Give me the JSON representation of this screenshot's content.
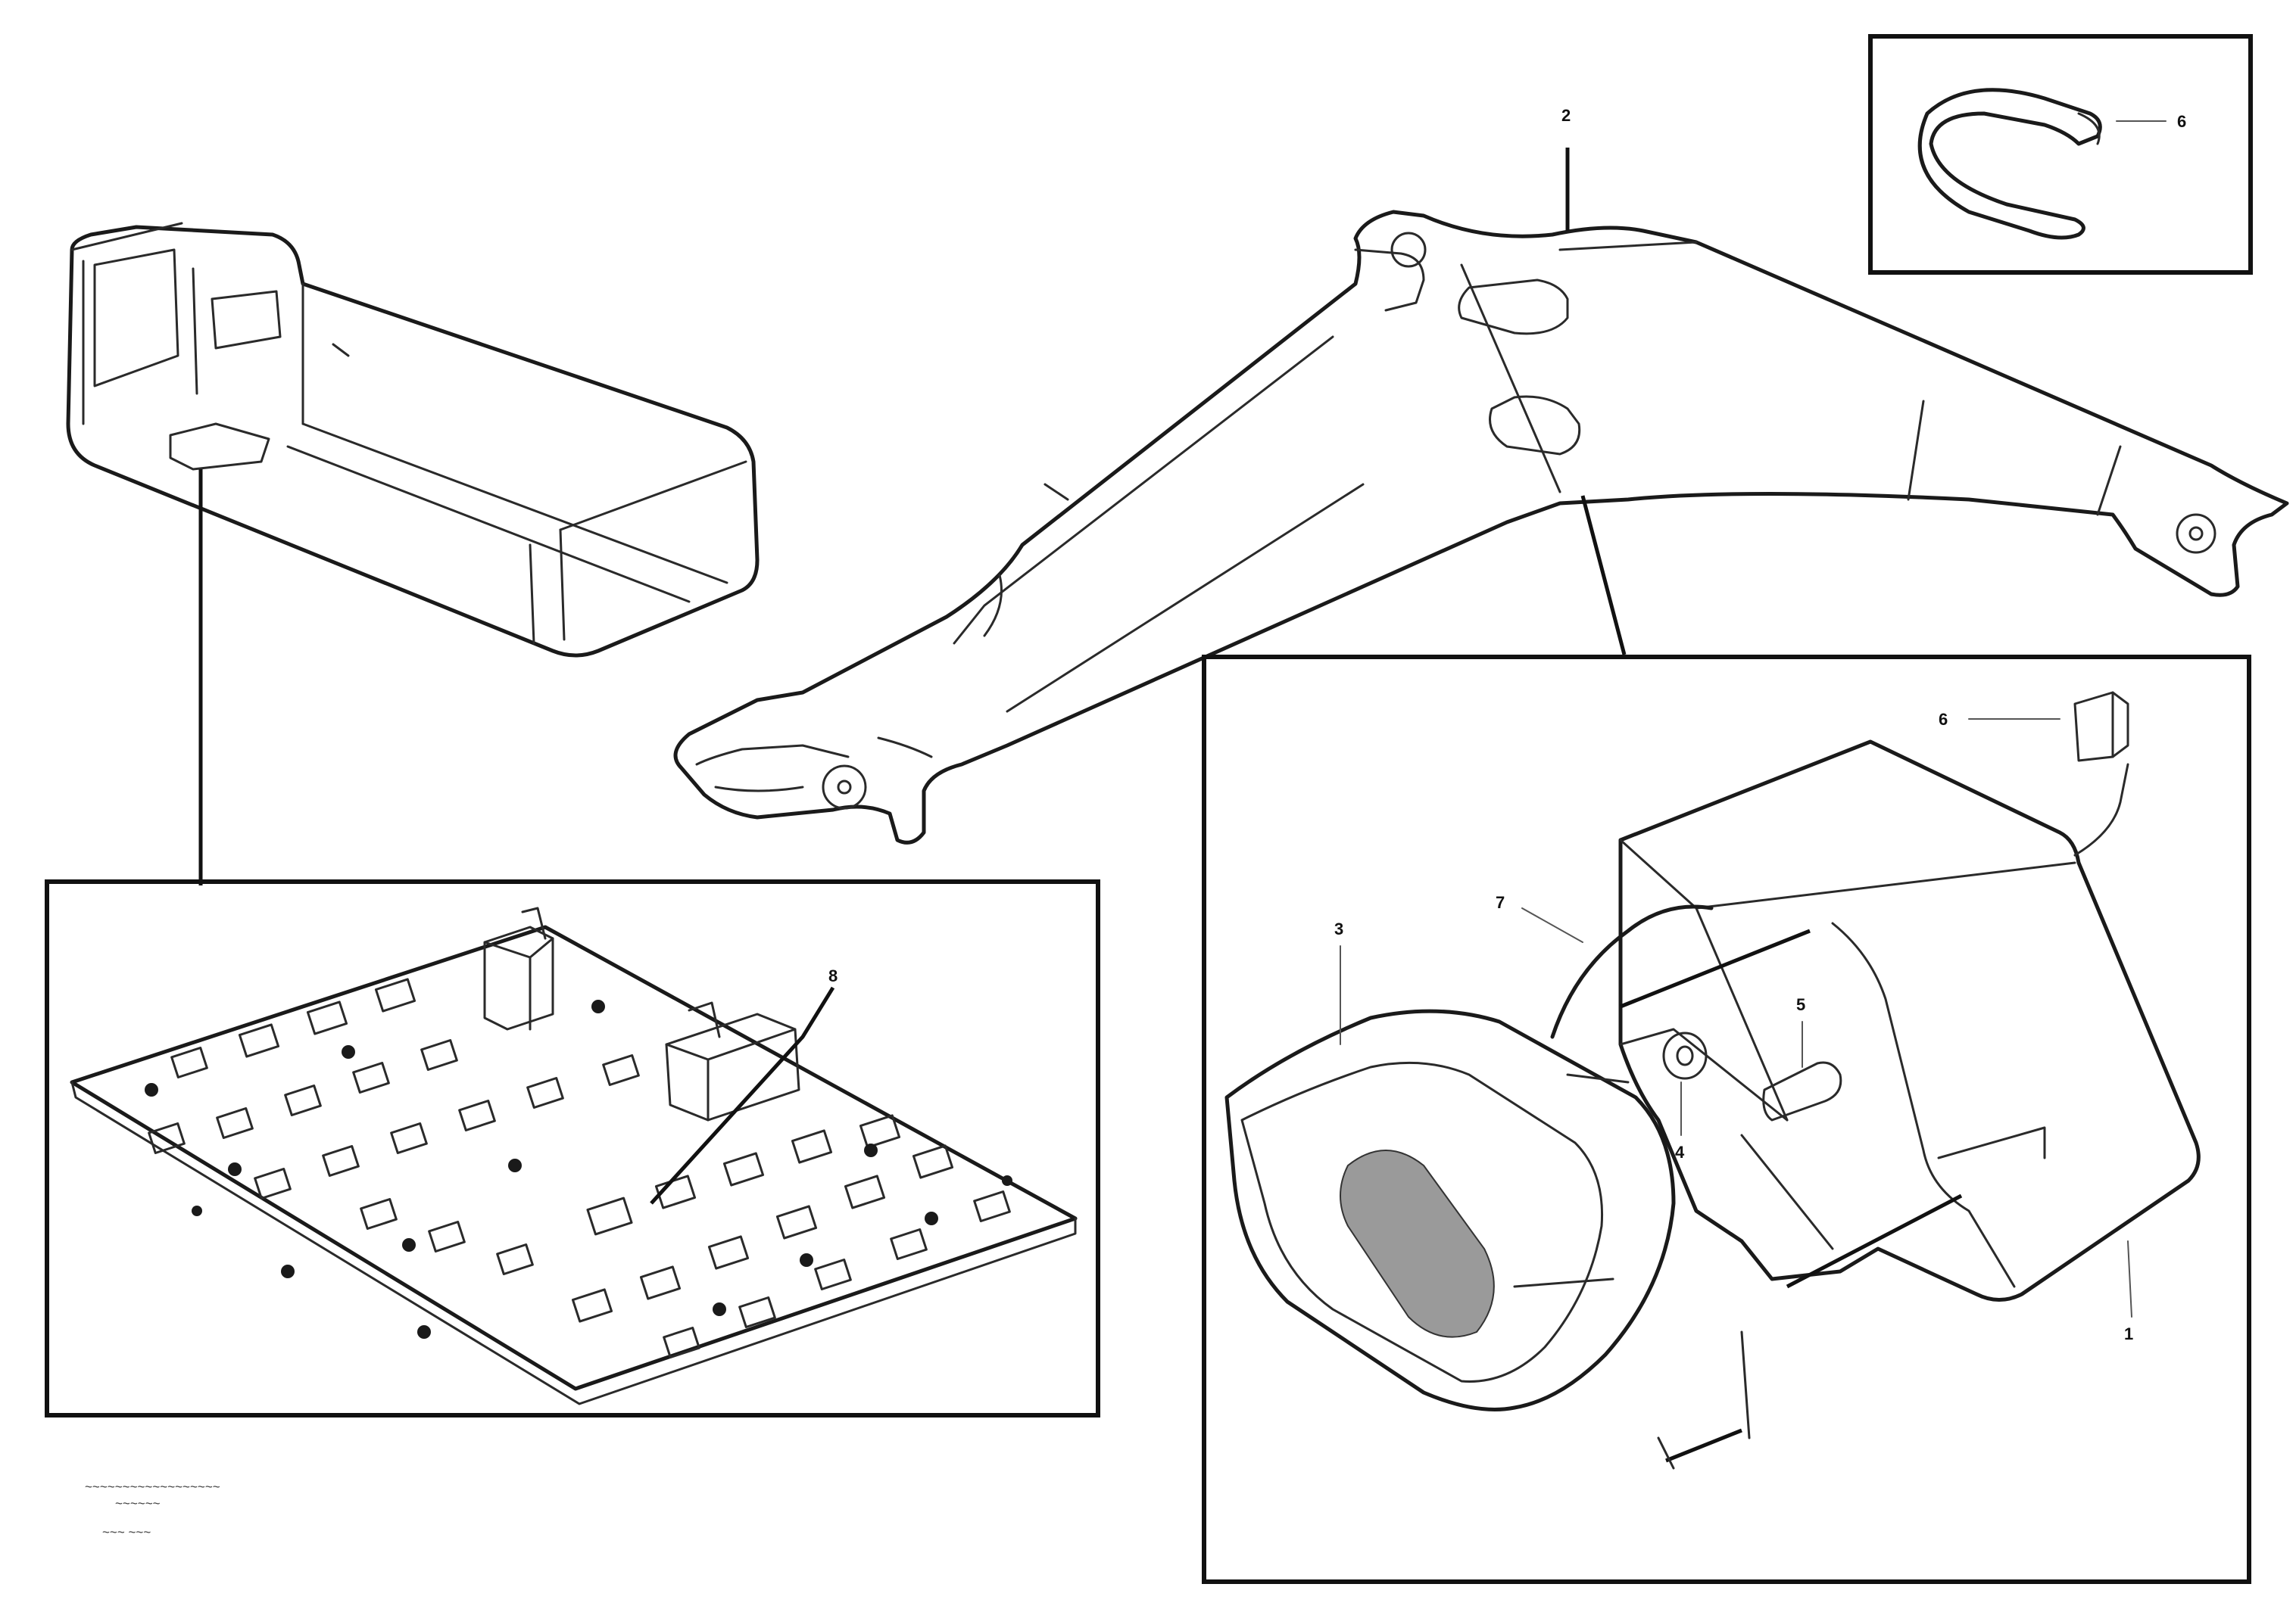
{
  "colors": {
    "line": "#1a1a1a",
    "background": "#ffffff",
    "lens_shade": "#9a9a9a"
  },
  "callouts": {
    "boom": "2",
    "inset_clip": "6",
    "circuit_board": "8",
    "connector": "6",
    "bracket_wire": "7",
    "lamp_front": "3",
    "bolt": "5",
    "washer": "4",
    "housing": "1"
  },
  "footer": {
    "line1": "~~~~~~~~~~~~~~~~~~",
    "line2": "~~~~~~",
    "code": "~~~ ~~~"
  }
}
